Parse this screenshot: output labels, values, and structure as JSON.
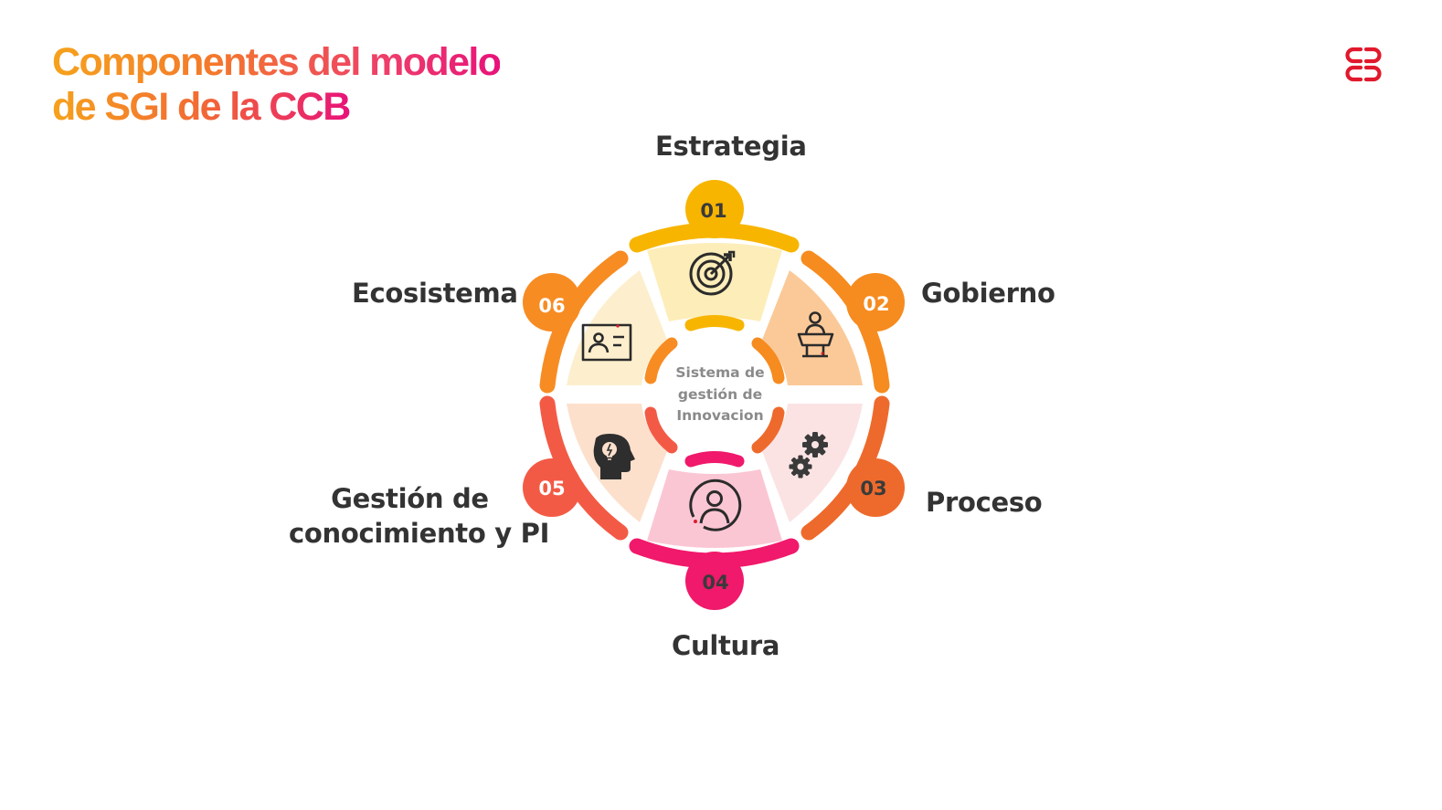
{
  "title": {
    "line1": "Componentes del modelo",
    "line2": "de SGI de la CCB"
  },
  "logo": {
    "icon": "ccb-logo-icon",
    "color": "#e1192d"
  },
  "center": {
    "line1": "Sistema de",
    "line2": "gestión de",
    "line3": "Innovacion"
  },
  "components": [
    {
      "number": "01",
      "label": "Estrategia",
      "icon": "target-icon",
      "color": "#f7b500",
      "fill": "#fdedb9"
    },
    {
      "number": "02",
      "label": "Gobierno",
      "icon": "podium-speaker-icon",
      "color": "#f68b1f",
      "fill": "#fbc998"
    },
    {
      "number": "03",
      "label": "Proceso",
      "icon": "gears-icon",
      "color": "#ee6a2c",
      "fill": "#fbe3e4"
    },
    {
      "number": "04",
      "label": "Cultura",
      "icon": "user-circle-icon",
      "color": "#f0196b",
      "fill": "#fbc6d4"
    },
    {
      "number": "05",
      "label_line1": "Gestión de",
      "label_line2": "conocimiento y PI",
      "icon": "head-lightbulb-icon",
      "color": "#f35a45",
      "fill": "#fce0cc"
    },
    {
      "number": "06",
      "label": "Ecosistema",
      "icon": "presentation-board-icon",
      "color": "#f78c23",
      "fill": "#fdefcd"
    }
  ]
}
